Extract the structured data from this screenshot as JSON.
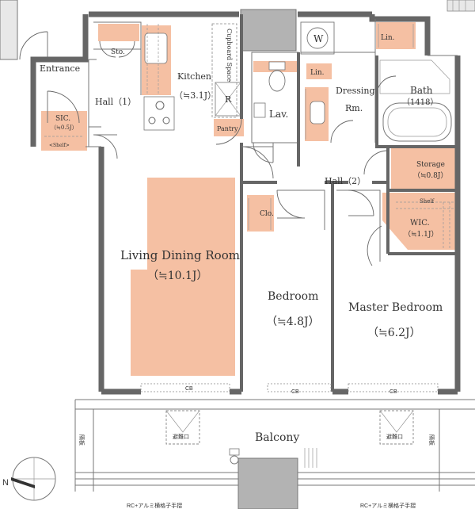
{
  "rooms": {
    "entrance": "Entrance",
    "hall1": "Hall（1）",
    "storage_top": "Sto.",
    "kitchen": "Kitchen",
    "kitchen_area": "（≒3.1J）",
    "cupboard": "Cupboard Space",
    "refrigerator": "R",
    "pantry": "Pantry",
    "lav": "Lav.",
    "washer": "W",
    "linen_top": "Lin.",
    "linen_mid": "Lin.",
    "dressing": "Dressing",
    "dressing_rm": "Rm.",
    "bath": "Bath",
    "bath_size": "（1418）",
    "storage": "Storage",
    "storage_area": "（≒0.8J）",
    "hall2": "Hall（2）",
    "shelf_wic": "Shelf",
    "wic": "WIC.",
    "wic_area": "（≒1.1J）",
    "closet": "Clo.",
    "sic": "SIC.",
    "sic_area": "（≒0.5J）",
    "sic_shelf": "<Shelf>",
    "ldr": "Living Dining Room",
    "ldr_area": "（≒10.1J）",
    "bedroom": "Bedroom",
    "bedroom_area": "（≒4.8J）",
    "master": "Master Bedroom",
    "master_area": "（≒6.2J）",
    "balcony": "Balcony"
  },
  "balcony_marks": {
    "cb": [
      "CB",
      "CB",
      "CB"
    ],
    "evac_left": "避難口",
    "evac_right": "避難口",
    "partition_left": "隔板",
    "partition_right": "隔板",
    "railing_left": "RC+アルミ横格子手摺",
    "railing_right": "RC+アルミ横格子手摺"
  },
  "compass": {
    "north": "N"
  },
  "colors": {
    "highlight": "#f5c0a3",
    "wall": "#666666",
    "core": "#b3b3b3"
  }
}
